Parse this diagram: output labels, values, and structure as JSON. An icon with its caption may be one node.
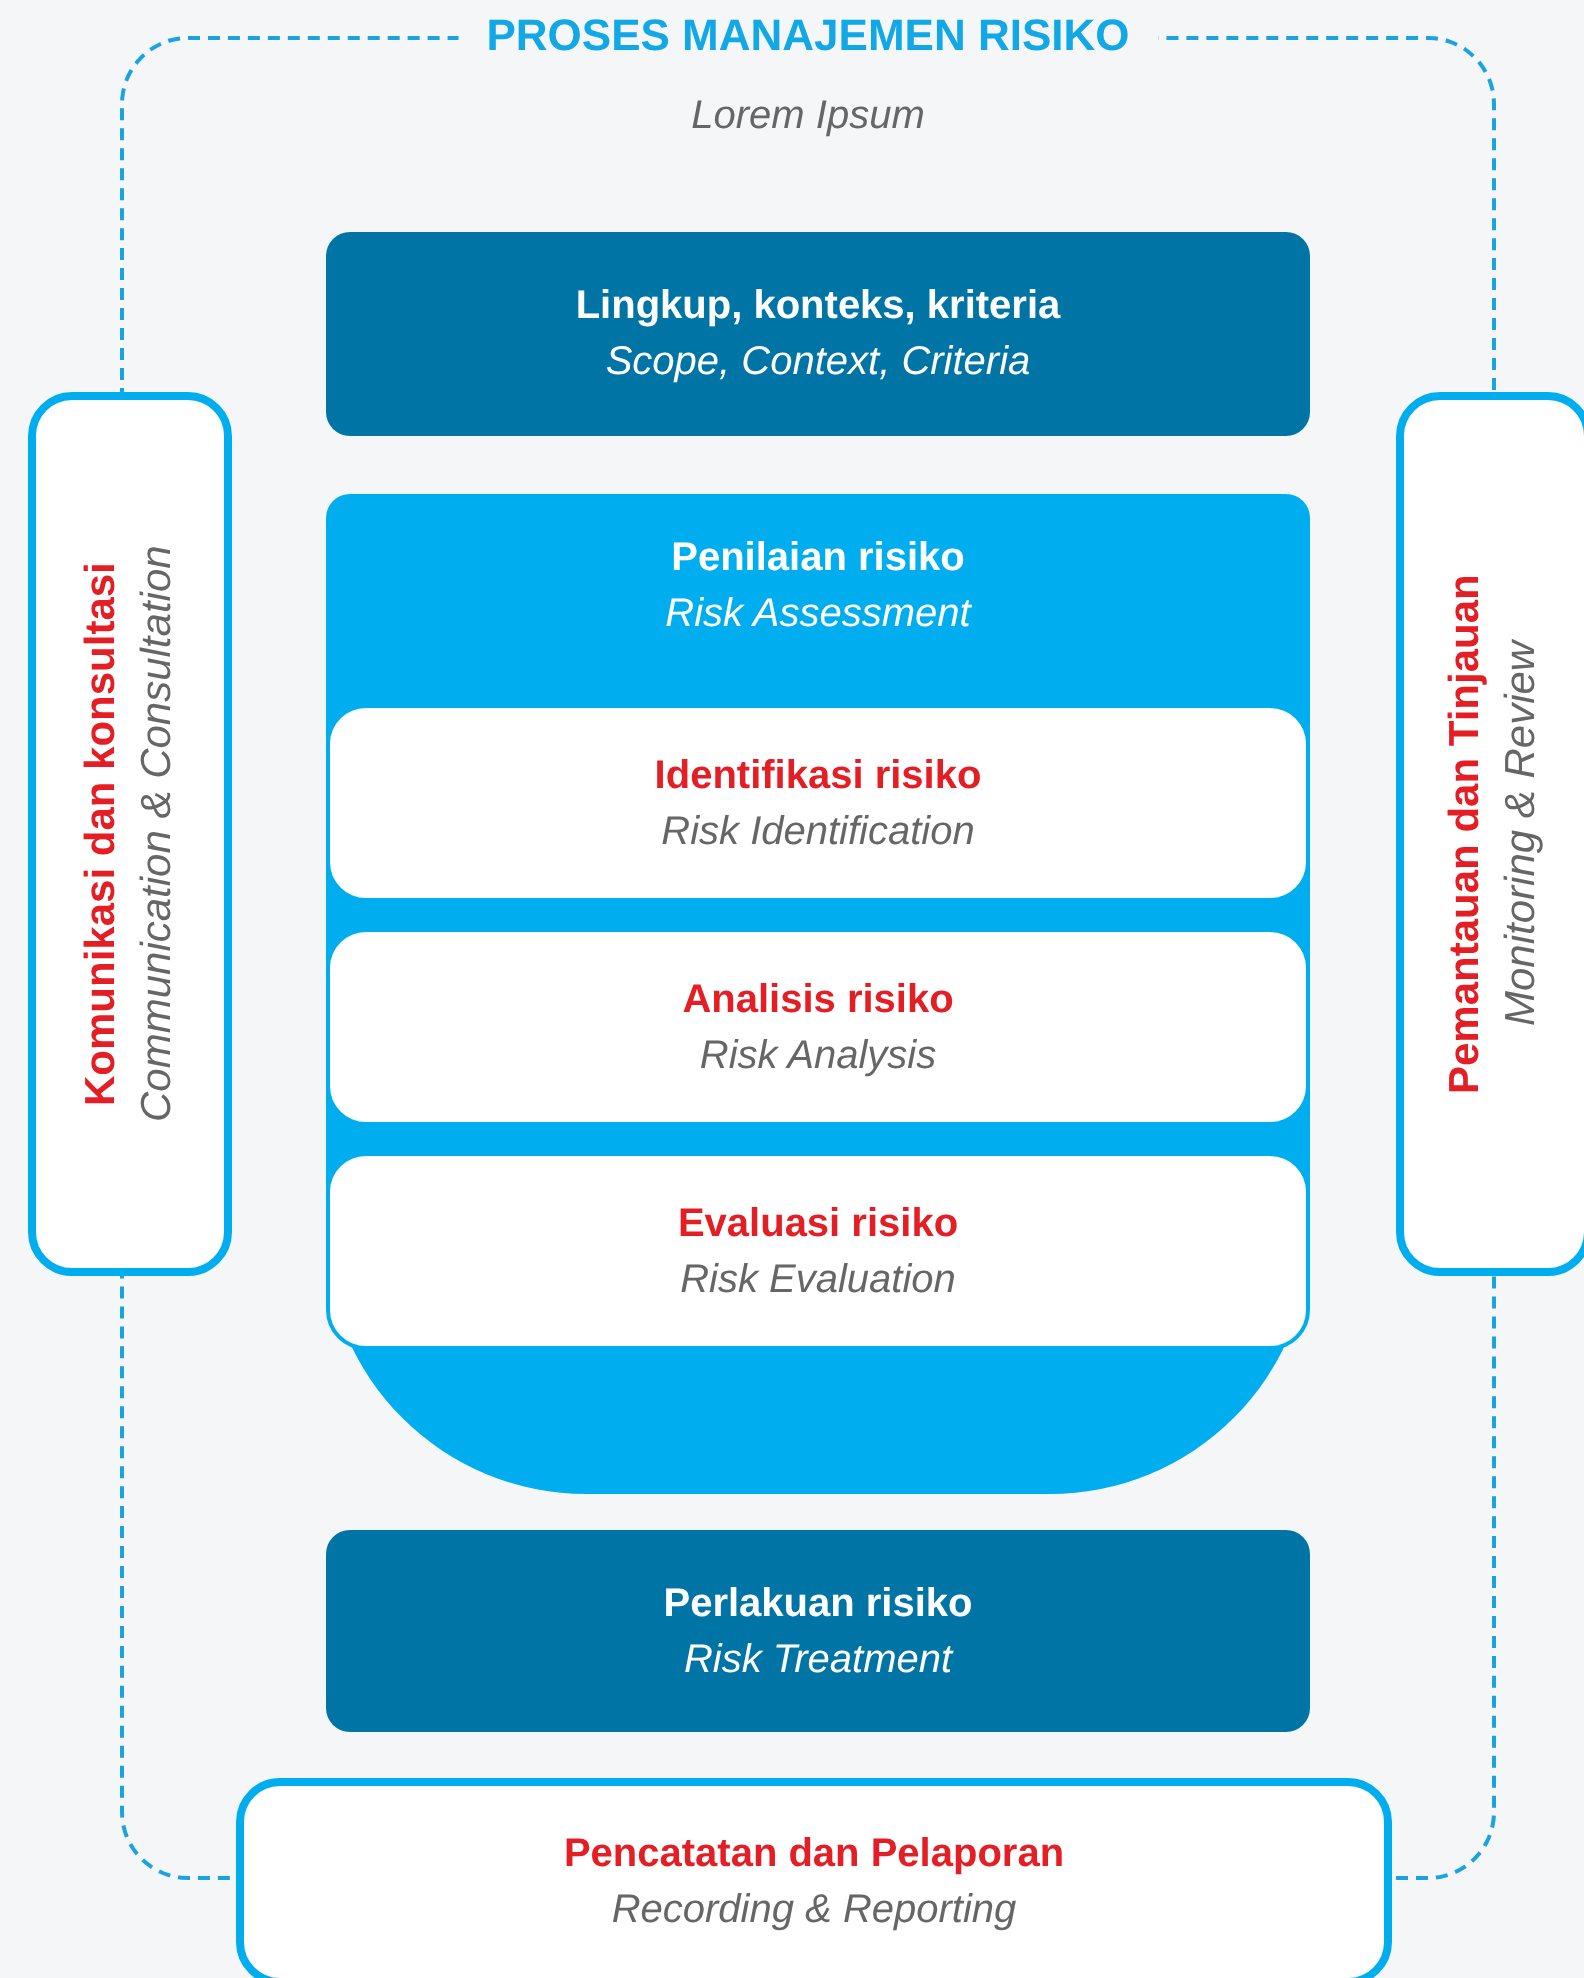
{
  "diagram": {
    "nodes": [
      {
        "text": [
          "PROSES MANAJEMEN RISIKO",
          "Lorem Ipsum"
        ]
      },
      {
        "text": [
          "Komunikasi dan konsultasi",
          "Communication & Consultation"
        ]
      },
      {
        "text": [
          "Lingkup, konteks, kriteria",
          "Scope, Context, Criteria"
        ],
        "in": 0
      },
      {
        "text": [
          "Penilaian risiko",
          "Risk Assessment"
        ],
        "in": 0
      },
      {
        "text": [
          "Identifikasi risiko",
          "Risk Identification"
        ],
        "in": 3
      },
      {
        "text": [
          "Analisis risiko",
          "Risk Analysis"
        ],
        "in": 3
      },
      {
        "text": [
          "Evaluasi risiko",
          "Risk Evaluation"
        ],
        "in": 3
      },
      {
        "text": [
          "Perlakuan risiko",
          "Risk Treatment"
        ],
        "in": 0
      },
      {
        "text": [
          "Pemantauan dan Tinjauan",
          "Monitoring & Review"
        ]
      },
      {
        "text": [
          "Pencatatan dan Pelaporan",
          "Recording & Reporting"
        ]
      }
    ]
  }
}
